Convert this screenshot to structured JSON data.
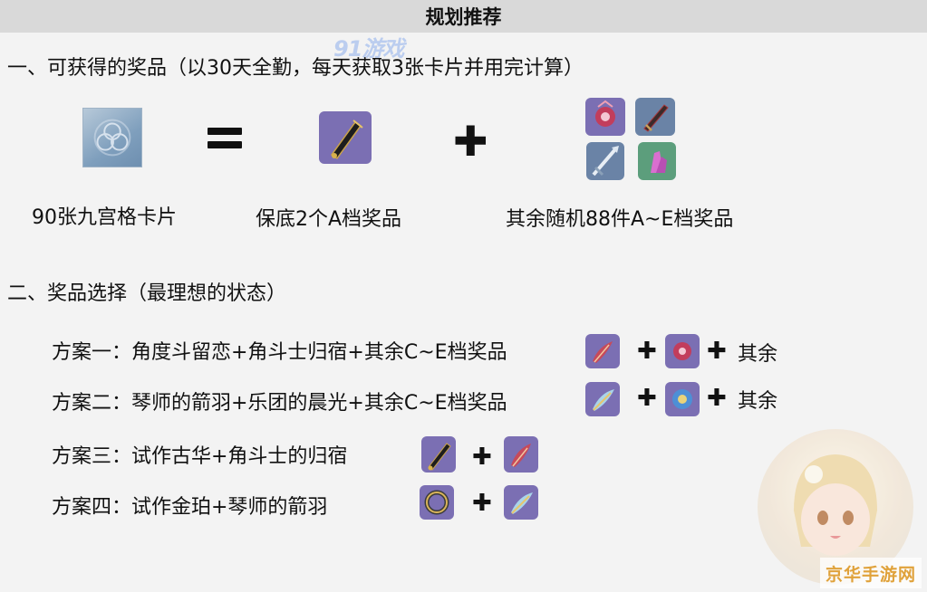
{
  "header": {
    "title": "规划推荐"
  },
  "watermark": {
    "text": "91游戏"
  },
  "section1": {
    "title": "一、可获得的奖品（以30天全勤，每天获取3张卡片并用完计算）",
    "card_label": "90张九宫格卡片",
    "guarantee_label": "保底2个A档奖品",
    "random_label": "其余随机88件A~E档奖品"
  },
  "section2": {
    "title": "二、奖品选择（最理想的状态）",
    "plans": [
      {
        "label": "方案一：角度斗留恋+角斗士归宿+其余C~E档奖品",
        "rest": "其余"
      },
      {
        "label": "方案二：琴师的箭羽+乐团的晨光+其余C~E档奖品",
        "rest": "其余"
      },
      {
        "label": "方案三：试作古华+角斗士的归宿"
      },
      {
        "label": "方案四：试作金珀+琴师的箭羽"
      }
    ]
  },
  "logo": {
    "text": "京华手游网"
  },
  "icons": {
    "card": "nine-grid-card-icon",
    "weapon_claymore": "claymore-icon",
    "artifact_flower": "artifact-flower-icon",
    "sword": "sword-icon",
    "polearm": "polearm-icon",
    "crystal": "crystal-icon",
    "artifact_plume": "artifact-plume-icon",
    "feather": "arrow-feather-icon",
    "flower_blue": "blue-flower-icon",
    "ring": "golden-ring-icon"
  },
  "colors": {
    "header_bg": "#d9d9d9",
    "rarity_purple": "#7b6fb3",
    "rarity_blue": "#6a83a6",
    "logo_orange": "#e0a23b"
  }
}
